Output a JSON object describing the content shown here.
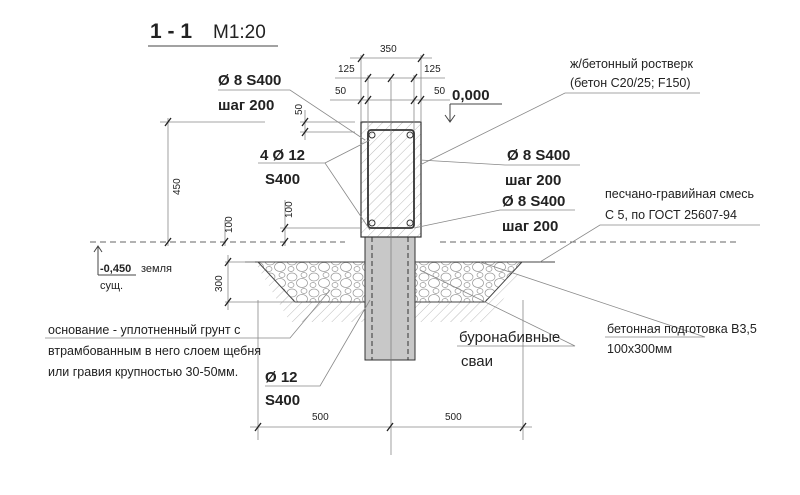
{
  "title": {
    "section": "1 - 1",
    "scale": "M1:20"
  },
  "dims": {
    "top_total": "350",
    "top_left": "125",
    "top_right": "125",
    "cover_left": "50",
    "cover_right": "50",
    "height_450": "450",
    "left_100": "100",
    "vert_50": "50",
    "vert_100": "100",
    "height_300": "300",
    "bottom_left": "500",
    "bottom_right": "500"
  },
  "levels": {
    "top": "0,000",
    "ground": "-0,450",
    "ground_note_1": "земля",
    "ground_note_2": "сущ."
  },
  "labels": {
    "stirrup_top_1": "Ø 8 S400",
    "stirrup_top_2": "шаг 200",
    "rebar_1": "4 Ø 12",
    "rebar_2": "S400",
    "stirrup_right_1": "Ø 8 S400",
    "stirrup_right_2": "шаг 200",
    "stirrup_right_b1": "Ø 8 S400",
    "stirrup_right_b2": "шаг 200",
    "grillage_1": "ж/бетонный ростверк",
    "grillage_2": "(бетон C20/25; F150)",
    "sand_1": "песчано-гравийная смесь",
    "sand_2": "С 5, по ГОСТ 25607-94",
    "base_1": "основание - уплотненный грунт с",
    "base_2": "втрамбованным в него слоем щебня",
    "base_3": "или гравия крупностью 30-50мм.",
    "pile_1": "буронабивные",
    "pile_2": "сваи",
    "prep_1": "бетонная подготовка  B3,5",
    "prep_2": "100x300мм",
    "pile_rebar_1": "Ø 12",
    "pile_rebar_2": "S400"
  }
}
